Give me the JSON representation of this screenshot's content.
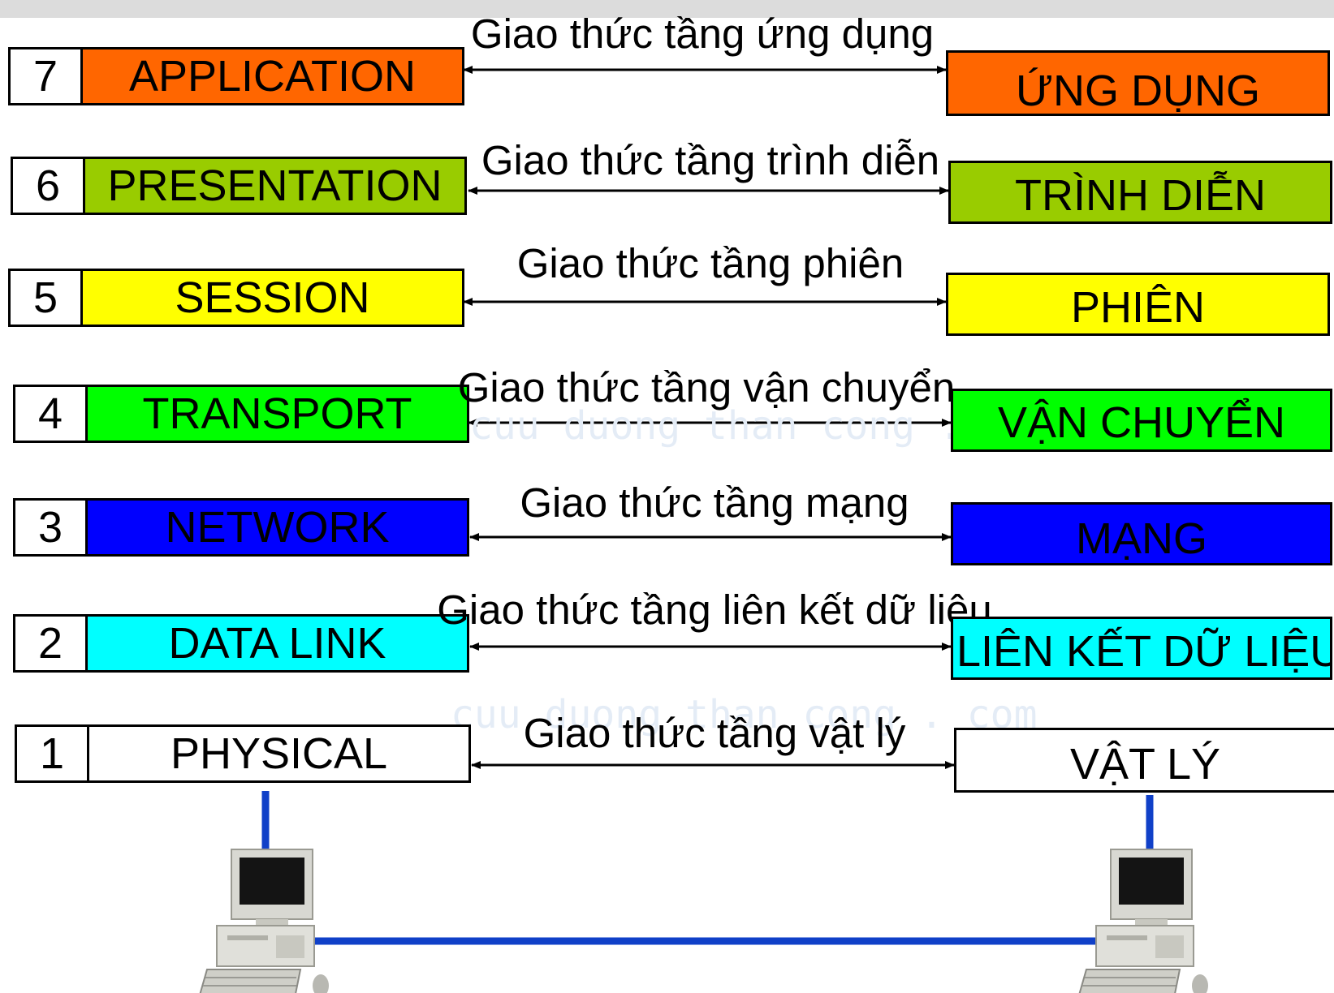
{
  "colors": {
    "application": "#ff6600",
    "presentation": "#99cc00",
    "session": "#ffff00",
    "transport": "#00ff00",
    "network": "#0000ff",
    "datalink": "#00ffff",
    "physical": "#ffffff",
    "cable": "#1040c8"
  },
  "layers": [
    {
      "number": "7",
      "name": "APPLICATION",
      "protocol": "Giao thức tầng ứng dụng",
      "peer": "ỨNG DỤNG",
      "color_key": "application"
    },
    {
      "number": "6",
      "name": "PRESENTATION",
      "protocol": "Giao thức tầng trình diễn",
      "peer": "TRÌNH DIỄN",
      "color_key": "presentation"
    },
    {
      "number": "5",
      "name": "SESSION",
      "protocol": "Giao thức tầng phiên",
      "peer": "PHIÊN",
      "color_key": "session"
    },
    {
      "number": "4",
      "name": "TRANSPORT",
      "protocol": "Giao thức tầng vận chuyển",
      "peer": "VẬN CHUYỂN",
      "color_key": "transport"
    },
    {
      "number": "3",
      "name": "NETWORK",
      "protocol": "Giao thức tầng mạng",
      "peer": "MẠNG",
      "color_key": "network"
    },
    {
      "number": "2",
      "name": "DATA LINK",
      "protocol": "Giao thức tầng liên kết dữ liệu",
      "peer": "LIÊN KẾT DỮ LIỆU",
      "color_key": "datalink"
    },
    {
      "number": "1",
      "name": "PHYSICAL",
      "protocol": "Giao thức tầng vật lý",
      "peer": "VẬT LÝ",
      "color_key": "physical"
    }
  ],
  "watermark": "cuu duong than cong . com",
  "icons": {
    "left_computer": "desktop-computer-icon",
    "right_computer": "desktop-computer-icon"
  }
}
